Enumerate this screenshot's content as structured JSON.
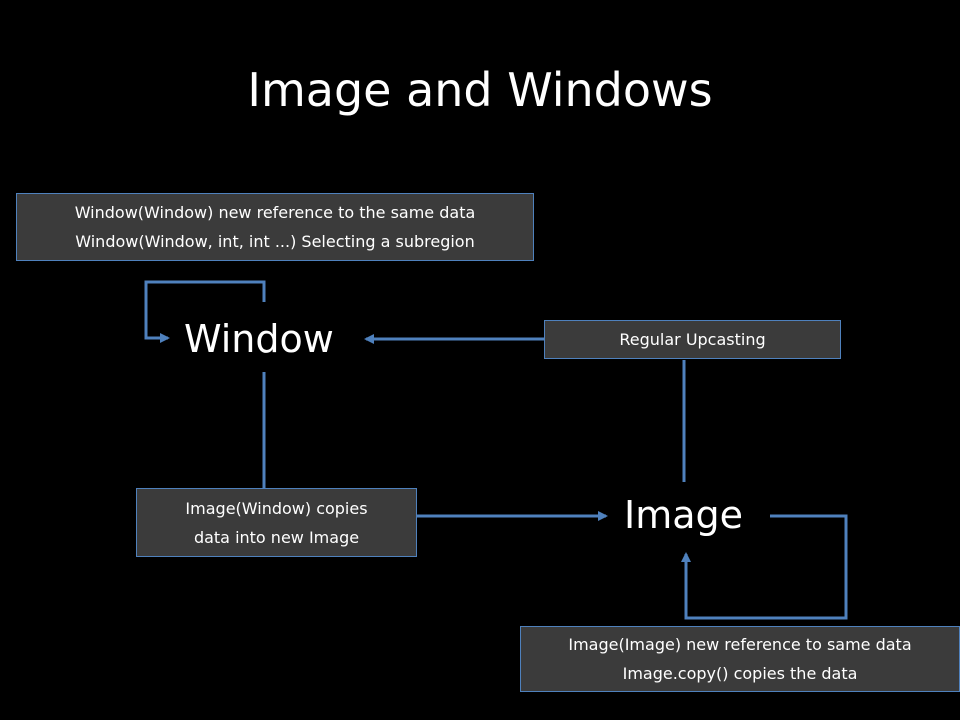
{
  "slide": {
    "title": "Image and Windows",
    "nodes": {
      "window": "Window",
      "image": "Image"
    },
    "boxes": {
      "window_self": {
        "line1": "Window(Window) new reference to the same data",
        "line2": "Window(Window, int, int ...) Selecting a subregion"
      },
      "upcast": {
        "line1": "Regular Upcasting"
      },
      "image_from_window": {
        "line1": "Image(Window) copies",
        "line2": "data into new Image"
      },
      "image_self": {
        "line1": "Image(Image) new reference to same data",
        "line2": "Image.copy() copies the data"
      }
    },
    "colors": {
      "background": "#000000",
      "text": "#ffffff",
      "box_fill": "#3b3b3b",
      "connector": "#4f81bd"
    }
  }
}
